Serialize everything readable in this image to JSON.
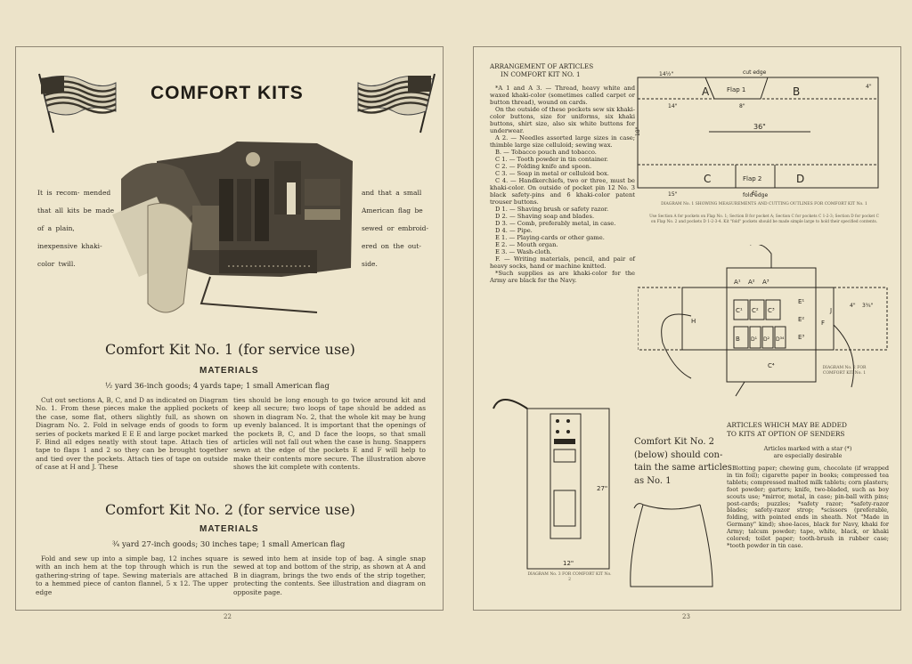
{
  "left_page": {
    "title": "COMFORT KITS",
    "side_left": "It is recom- mended that all kits be made of a plain, inexpensive khaki-color twill.",
    "side_right": "and that a small American flag be sewed or embroid- ered on the out- side.",
    "kit1": {
      "heading": "Comfort Kit No. 1 (for service use)",
      "materials_label": "MATERIALS",
      "materials": "½ yard 36-inch goods; 4 yards tape; 1 small American flag",
      "col1": "Cut out sections A, B, C, and D as indicated on Diagram No. 1. From these pieces make the applied pockets of the case, some flat, others slightly full, as shown on Diagram No. 2. Fold in selvage ends of goods to form series of pockets marked E E E and large pocket marked F. Bind all edges neatly with stout tape. Attach ties of tape to flaps 1 and 2 so they can be brought together and tied over the pockets. Attach ties of tape on outside of case at H and J. These",
      "col2": "ties should be long enough to go twice around kit and keep all secure; two loops of tape should be added as shown in diagram No. 2, that the whole kit may be hung up evenly balanced. It is important that the openings of the pockets B, C, and D face the loops, so that small articles will not fall out when the case is hung. Snappers sewn at the edge of the pockets E and F will help to make their contents more secure. The illustration above shows the kit complete with contents."
    },
    "kit2": {
      "heading": "Comfort Kit No. 2 (for service use)",
      "materials_label": "MATERIALS",
      "materials": "¾ yard 27-inch goods; 30 inches tape; 1 small American flag",
      "col1": "Fold and sew up into a simple bag, 12 inches square with an inch hem at the top through which is run the gathering-string of tape. Sewing materials are attached to a hemmed piece of canton flannel, 5 x 12. The upper edge",
      "col2": "is sewed into hem at inside top of bag. A single snap sewed at top and bottom of the strip, as shown at A and B in diagram, brings the two ends of the strip together, protecting the contents. See illustration and diagram on opposite page."
    },
    "page_number": "22"
  },
  "right_page": {
    "arr_title": [
      "ARRANGEMENT OF ARTICLES",
      "IN COMFORT KIT NO. 1"
    ],
    "arr_items": [
      "*A 1 and A 3. — Thread, heavy white and waxed khaki-color (sometimes called carpet or button thread), wound on cards.",
      "On the outside of these pockets sew six khaki-color buttons, size for uniforms, six khaki buttons, shirt size, also six white buttons for underwear.",
      "A 2. — Needles assorted large sizes in case; thimble large size celluloid; sewing wax.",
      "B. — Tobacco pouch and tobacco.",
      "C 1. — Tooth powder in tin container.",
      "C 2. — Folding knife and spoon.",
      "C 3. — Soap in metal or celluloid box.",
      "C 4. — Handkerchiefs, two or three, must be khaki-color. On outside of pocket pin 12 No. 3 black safety-pins and 6 khaki-color patent trouser buttons.",
      "D 1. — Shaving brush or safety razor.",
      "D 2. — Shaving soap and blades.",
      "D 3. — Comb, preferably metal, in case.",
      "D 4. — Pipe.",
      "E 1. — Playing-cards or other game.",
      "E 2. — Mouth organ.",
      "E 3. — Wash-cloth.",
      "F. — Writing materials, pencil, and pair of heavy socks, hand or machine knitted.",
      "*Such supplies as are khaki-color for the Army are black for the Navy."
    ],
    "diagram1": {
      "caption": "DIAGRAM No. 1 SHOWING MEASUREMENTS AND CUTTING OUTLINES FOR COMFORT KIT No. 1",
      "note": "Use Section A for pockets on Flap No. 1; Section B for pocket A; Section C for pockets C 1-2-3; Section D for pocket C on Flap No. 2 and pockets D 1-2-3-4. Kit \"fold\" pockets should be made simple large to hold their specified contents.",
      "labels": {
        "cut_edge": "cut edge",
        "fold_edge": "fold edge",
        "a": "A",
        "b": "B",
        "c": "C",
        "d": "D",
        "flap1": "Flap 1",
        "flap2": "Flap 2",
        "w36": "36\"",
        "m14a": "14½\"",
        "m14b": "14\"",
        "m8": "8\"",
        "m15": "15\"",
        "m6": "6\"",
        "m18": "18\"",
        "m4": "4\""
      }
    },
    "diagram2": {
      "caption": "DIAGRAM No. 2 FOR COMFORT KIT No. 1",
      "labels": {
        "h": "H",
        "j": "J",
        "c4": "C⁴",
        "a1": "A¹",
        "a2": "A²",
        "a3": "A³",
        "c1": "C¹",
        "c2": "C²",
        "c3": "C³",
        "b": "B",
        "d1": "D¹",
        "d2": "D²",
        "d34": "D³⁴",
        "e1": "E¹",
        "e2": "E²",
        "e3": "E³",
        "f": "F",
        "m4": "4\"",
        "m3": "3¾\""
      }
    },
    "kit2_note": [
      "Comfort Kit No. 2",
      "(below) should con-",
      "tain the same articles",
      "as No. 1"
    ],
    "diagram3": {
      "caption": "DIAGRAM No. 3 FOR COMFORT KIT No. 2",
      "labels": {
        "m27": "27\"",
        "m12": "12\""
      }
    },
    "optional": {
      "title": [
        "ARTICLES WHICH MAY BE ADDED",
        "TO KITS AT OPTION OF SENDERS"
      ],
      "subtitle": [
        "Articles marked with a star (*)",
        "are especially desirable"
      ],
      "text": "Blotting paper; chewing gum, chocolate (if wrapped in tin foil); cigarette paper in books; compressed tea tablets; compressed malted milk tablets; corn plasters; foot powder; garters; knife, two-bladed, such as boy scouts use; *mirror, metal, in case; pin-ball with pins; post-cards; puzzles; *safety razor; *safety-razor blades; safety-razor strop; *scissors (preferable, folding, with pointed ends in sheath. Not \"Made in Germany\" kind); shoe-laces, black for Navy, khaki for Army; talcum powder; tape, white, black, or khaki colored; toilet paper; tooth-brush in rubber case; *tooth powder in tin case."
    },
    "page_number": "23"
  }
}
